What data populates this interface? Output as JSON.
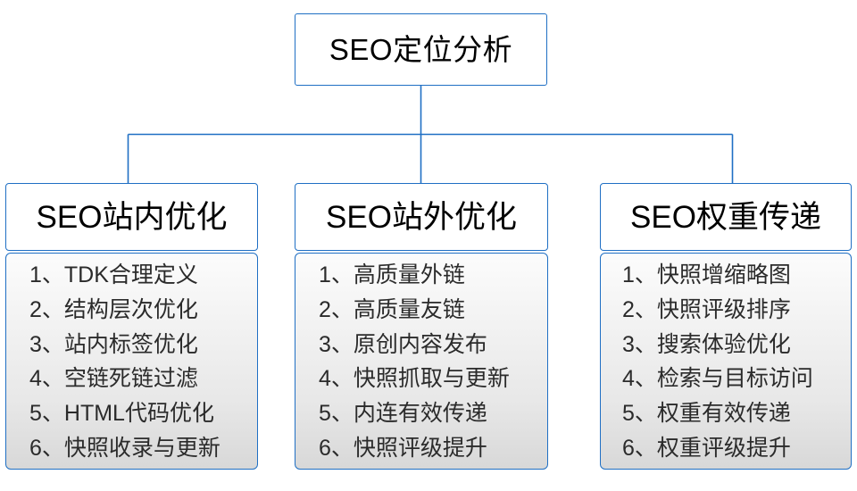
{
  "diagram": {
    "type": "organization-tree",
    "accent_color": "#1f6fc4",
    "text_color": "#000000",
    "list_text_color": "#2b2b2b",
    "background_color": "#ffffff"
  },
  "root": {
    "title": "SEO定位分析"
  },
  "branches": [
    {
      "title": "SEO站内优化",
      "items": [
        "1、TDK合理定义",
        "2、结构层次优化",
        "3、站内标签优化",
        "4、空链死链过滤",
        "5、HTML代码优化",
        "6、快照收录与更新"
      ]
    },
    {
      "title": "SEO站外优化",
      "items": [
        "1、高质量外链",
        "2、高质量友链",
        "3、原创内容发布",
        "4、快照抓取与更新",
        "5、内连有效传递",
        "6、快照评级提升"
      ]
    },
    {
      "title": "SEO权重传递",
      "items": [
        "1、快照增缩略图",
        "2、快照评级排序",
        "3、搜索体验优化",
        "4、检索与目标访问",
        "5、权重有效传递",
        "6、权重评级提升"
      ]
    }
  ]
}
